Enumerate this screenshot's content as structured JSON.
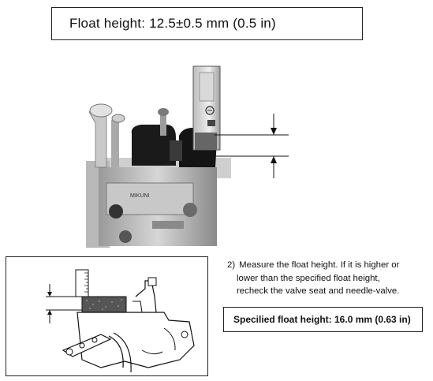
{
  "specs": {
    "float_height_top": "Float height:  12.5±0.5 mm (0.5 in)",
    "float_height_bottom": "Specilied float height: 16.0 mm (0.63 in)"
  },
  "instruction": {
    "number": "2)",
    "line1": "Measure the float height. If it is higher or",
    "line2": "lower than the specified float height,",
    "line3": "recheck the valve seat and needle-valve."
  },
  "photo": {
    "stamp_text": "MIKUNI"
  }
}
